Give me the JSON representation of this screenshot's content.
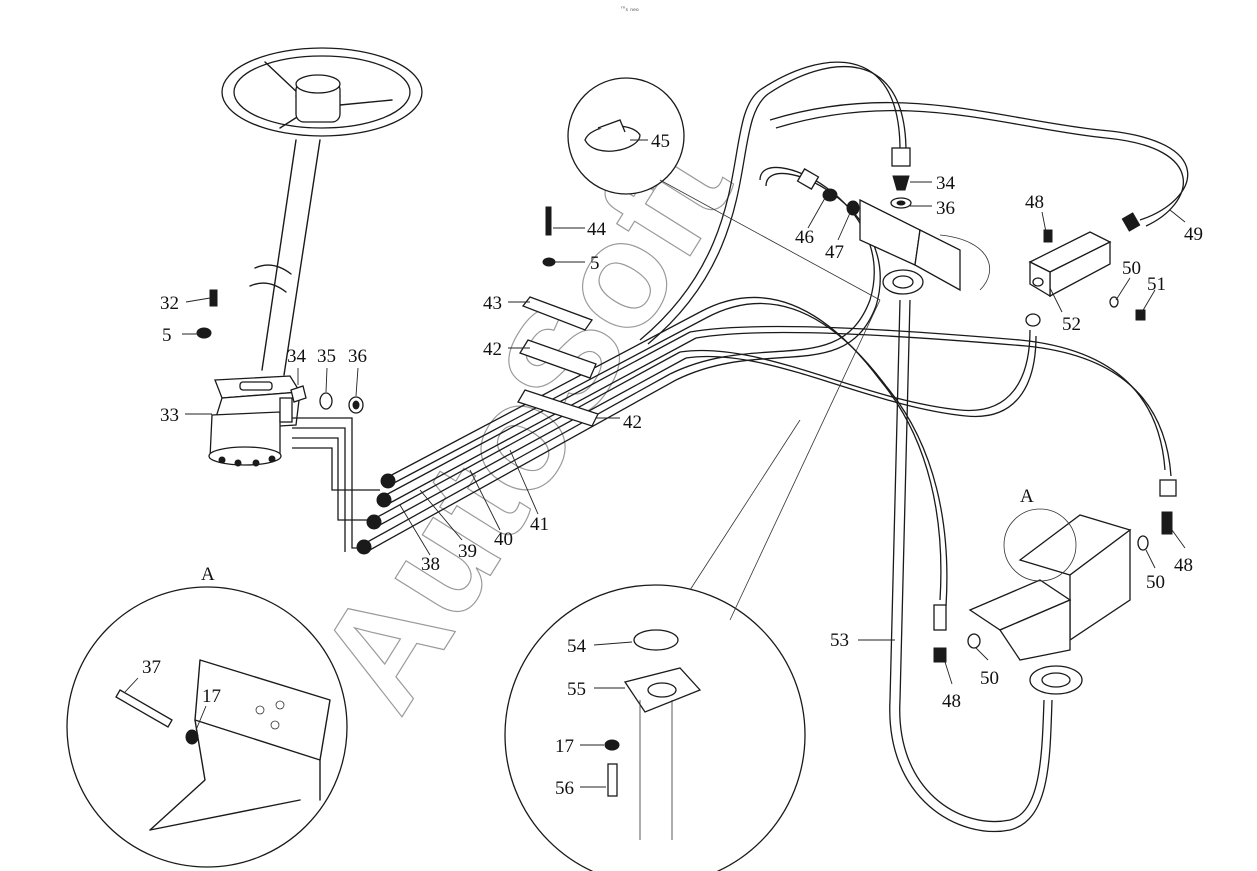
{
  "caption": "ᵐₛ ₙₑₒ",
  "watermark": "AutoSoft",
  "detail_label": "A",
  "callouts": {
    "c5a": "5",
    "c5b": "5",
    "c17a": "17",
    "c17b": "17",
    "c32": "32",
    "c33": "33",
    "c34a": "34",
    "c34b": "34",
    "c35": "35",
    "c36a": "36",
    "c36b": "36",
    "c37": "37",
    "c38": "38",
    "c39": "39",
    "c40": "40",
    "c41": "41",
    "c42a": "42",
    "c42b": "42",
    "c43": "43",
    "c44": "44",
    "c45": "45",
    "c46": "46",
    "c47": "47",
    "c48a": "48",
    "c48b": "48",
    "c48c": "48",
    "c49": "49",
    "c50a": "50",
    "c50b": "50",
    "c50c": "50",
    "c51": "51",
    "c52": "52",
    "c53": "53",
    "c54": "54",
    "c55": "55",
    "c56": "56"
  }
}
